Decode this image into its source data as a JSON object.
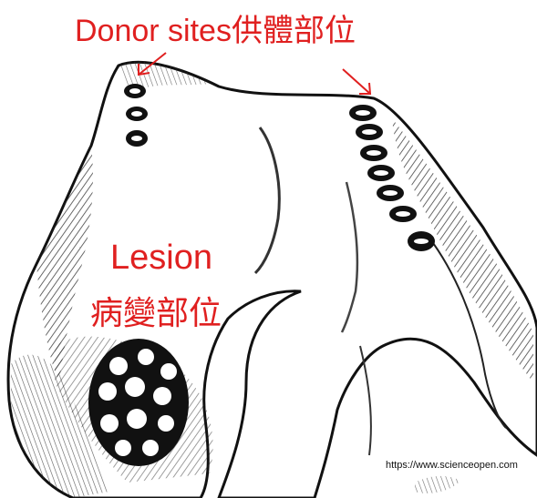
{
  "labels": {
    "donor_en": "Donor sites",
    "donor_zh": "供體部位",
    "lesion_en": "Lesion",
    "lesion_zh": "病變部位",
    "source_url": "https://www.scienceopen.com"
  },
  "colors": {
    "label_red": "#e02020",
    "ink": "#111111",
    "background": "#ffffff"
  },
  "icons": [
    "donor-arrow-icon",
    "osteochondral-plug-icon",
    "lesion-graft-icon"
  ]
}
